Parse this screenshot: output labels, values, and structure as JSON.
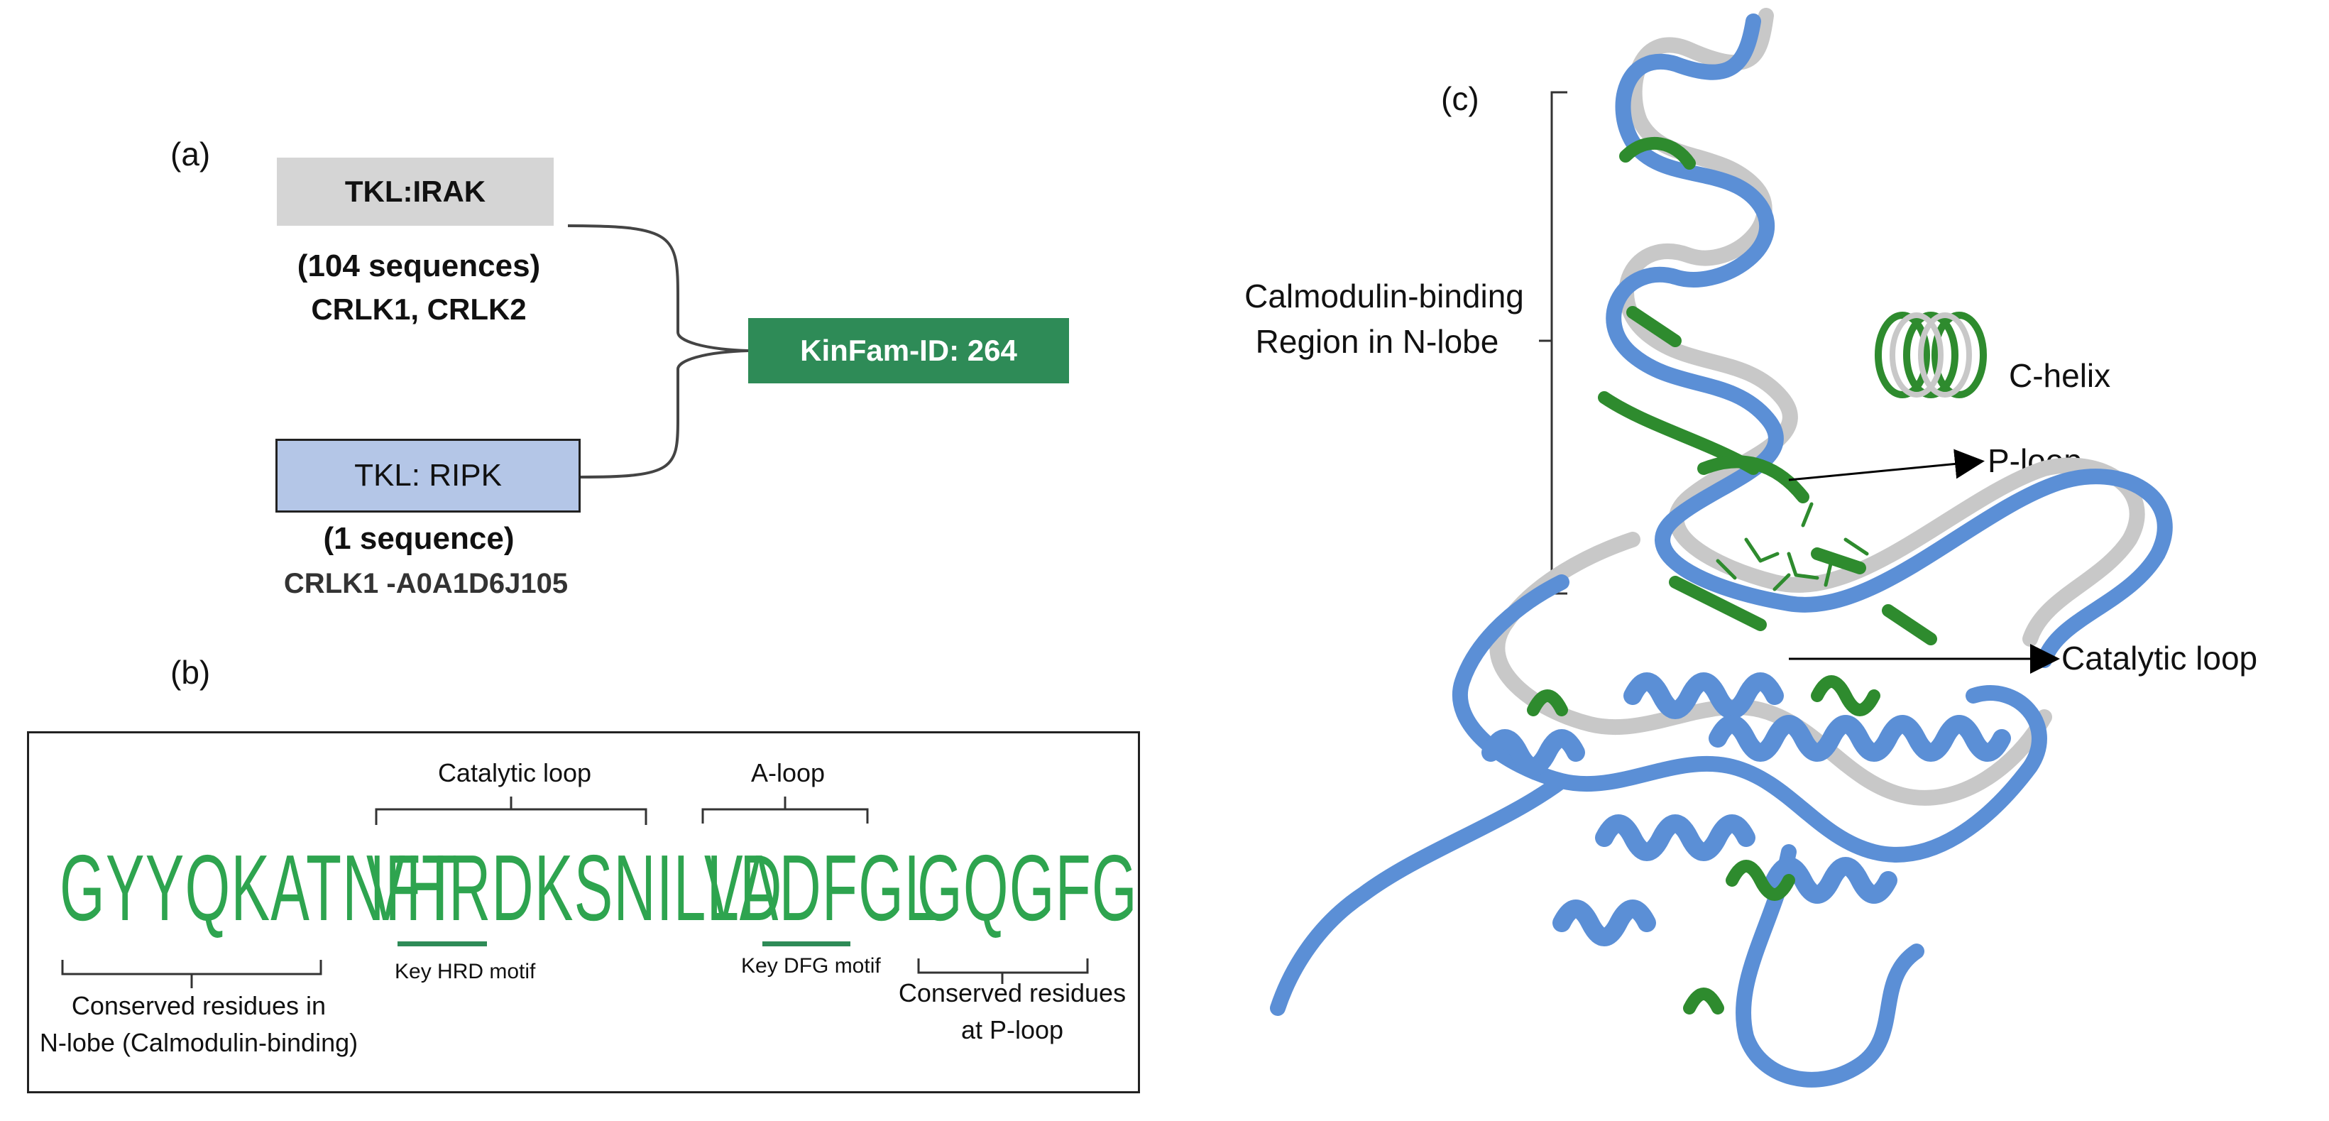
{
  "panel_a": {
    "label": "(a)",
    "box_irak": "TKL:IRAK",
    "irak_count": "(104 sequences)",
    "irak_members": "CRLK1, CRLK2",
    "kinfam": "KinFam-ID: 264",
    "box_ripk": "TKL: RIPK",
    "ripk_count": "(1 sequence)",
    "ripk_member": "CRLK1 -A0A1D6J105"
  },
  "panel_b": {
    "label": "(b)",
    "seq1": "GYYQKATNFT",
    "seq2": "VHRDKSNILLD",
    "seq3": "VADFGL",
    "seq4": "GQGFG",
    "catalytic_loop": "Catalytic loop",
    "a_loop": "A-loop",
    "hrd": "Key HRD motif",
    "dfg": "Key DFG motif",
    "note1_line1": "Conserved residues in",
    "note1_line2": "N-lobe (Calmodulin-binding)",
    "note2_line1": "Conserved residues",
    "note2_line2": "at  P-loop"
  },
  "panel_c": {
    "label": "(c)",
    "region_line1": "Calmodulin-binding",
    "region_line2": "Region in N-lobe",
    "c_helix": "C-helix",
    "p_loop": "P-loop",
    "catalytic_loop": "Catalytic loop"
  },
  "colors": {
    "gray_box": "#d5d5d5",
    "blue_box": "#b4c6e7",
    "green": "#2e8b57",
    "seq_green": "#2ea44f",
    "structure_gray": "#c8c8c8",
    "structure_blue": "#5b8fd6",
    "structure_green": "#2e8b2e"
  }
}
